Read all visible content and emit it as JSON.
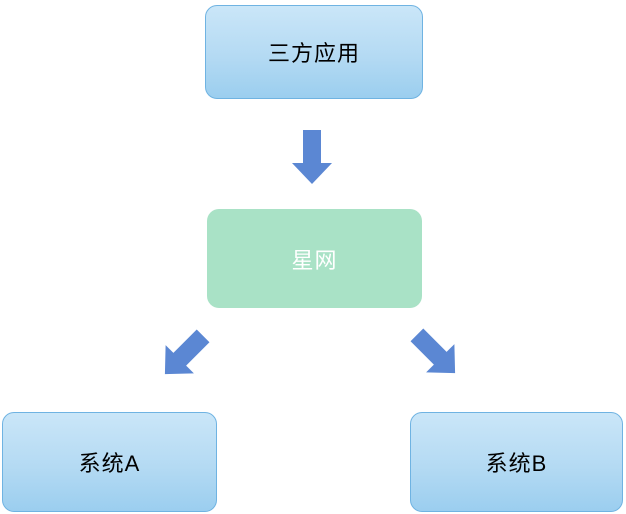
{
  "diagram": {
    "nodes": {
      "top": {
        "label": "三方应用"
      },
      "middle": {
        "label": "星网"
      },
      "bottom_left": {
        "label": "系统A"
      },
      "bottom_right": {
        "label": "系统B"
      }
    },
    "colors": {
      "background": "#ffffff",
      "blue_fill_top": "#cae6f8",
      "blue_fill_bottom": "#9bceef",
      "blue_border": "#6fb3e2",
      "blue_text": "#000000",
      "green_fill": "#a9e2c6",
      "green_text": "#ffffff",
      "arrow_fill": "#5b87d3"
    }
  }
}
